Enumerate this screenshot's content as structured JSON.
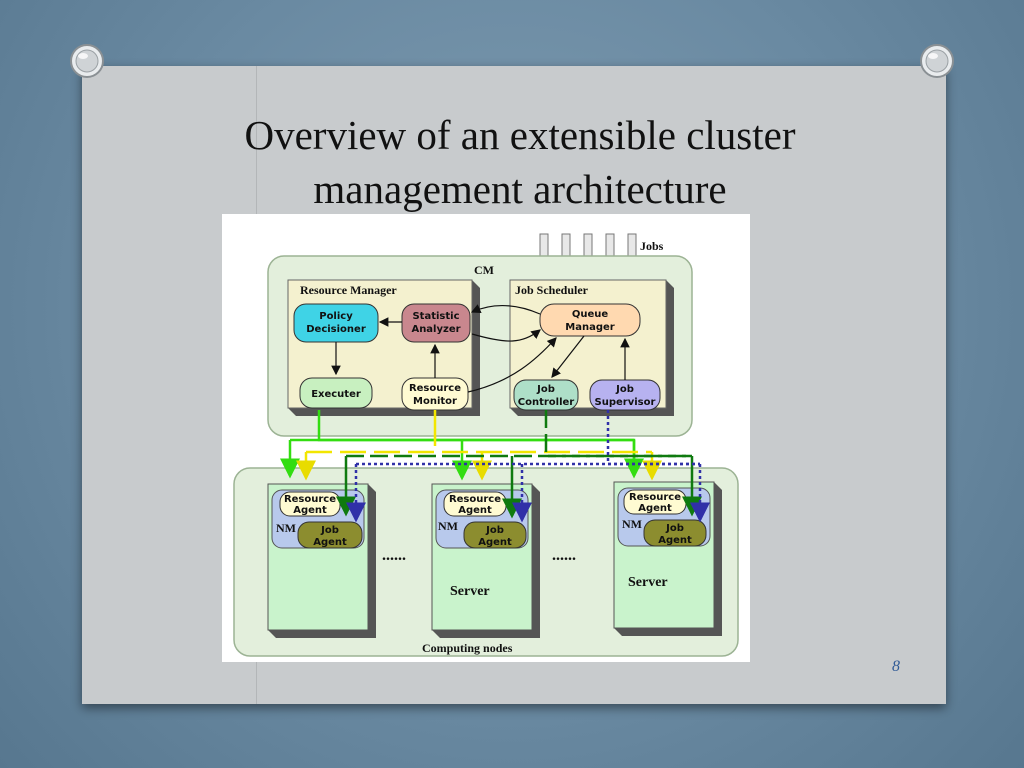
{
  "slide": {
    "title_line1": "Overview of an extensible cluster",
    "title_line2": "management architecture",
    "page_number": "8"
  },
  "diagram": {
    "jobs_label": "Jobs",
    "cm_label": "CM",
    "resource_manager": {
      "label": "Resource  Manager",
      "policy_decisioner": [
        "Policy",
        "Decisioner"
      ],
      "statistic_analyzer": [
        "Statistic",
        "Analyzer"
      ],
      "executer": "Executer",
      "resource_monitor": [
        "Resource",
        "Monitor"
      ]
    },
    "job_scheduler": {
      "label": "Job  Scheduler",
      "queue_manager": [
        "Queue",
        "Manager"
      ],
      "job_controller": [
        "Job",
        "Controller"
      ],
      "job_supervisor": [
        "Job",
        "Supervisor"
      ]
    },
    "computing_nodes_label": "Computing nodes",
    "node": {
      "resource_agent": [
        "Resource",
        "Agent"
      ],
      "nm": "NM",
      "job_agent": [
        "Job",
        "Agent"
      ],
      "server": "Server"
    },
    "ellipsis": "......"
  },
  "colors": {
    "policy": "#3fd3e6",
    "statistic": "#c9878e",
    "executer": "#c8f0c0",
    "monitor": "#fffbd2",
    "queue": "#ffd9b0",
    "controller": "#aedfc8",
    "supervisor": "#b7b2f0",
    "green_line": "#33dd11",
    "yellow_line": "#f2e600",
    "darkgreen_line": "#0f7a0f",
    "blue_line": "#3030a8"
  }
}
